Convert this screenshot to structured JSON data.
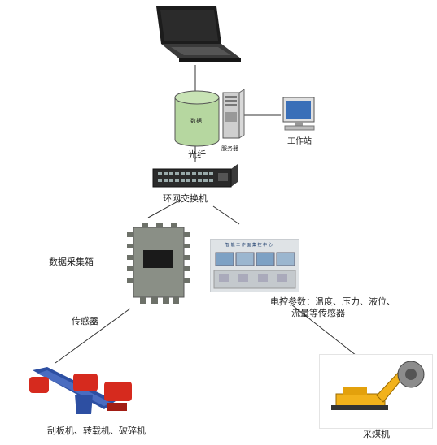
{
  "labels": {
    "database": "数据",
    "server": "服务器",
    "workstation": "工作站",
    "fiber": "光纤",
    "ring_switch": "环网交换机",
    "data_box": "数据采集箱",
    "sensor": "传感器",
    "control_params_line1": "电控参数：温度、压力、液位、",
    "control_params_line2": "流量等传感器",
    "scraper": "刮板机、转载机、破碎机",
    "shearer": "采煤机",
    "control_center_title": "智 能 工 作 面 集 控 中 心"
  },
  "colors": {
    "database_fill": "#b6d7a0",
    "line": "#333333",
    "box_gray": "#8a8f86",
    "conveyor_red": "#d62a1e",
    "conveyor_blue": "#2d4fa2",
    "shearer_yellow": "#f2b21b"
  }
}
